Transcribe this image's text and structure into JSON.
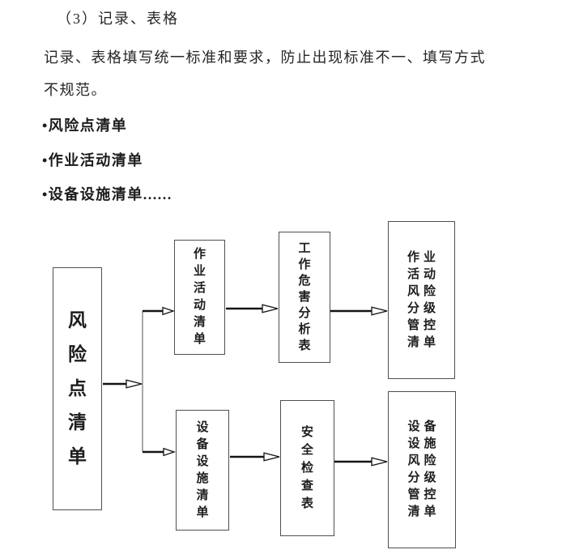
{
  "page": {
    "heading": "（3）记录、表格",
    "paragraph": "记录、表格填写统一标准和要求，防止出现标准不一、填写方式\n不规范。",
    "bullets": [
      "•风险点清单",
      "•作业活动清单",
      "•设备设施清单......"
    ]
  },
  "flowchart": {
    "nodes": {
      "risk_point_list": {
        "label": "风险点清单",
        "display": "风\n险\n点\n清\n单"
      },
      "activity_list": {
        "label": "作业活动清单",
        "display": "作\n业\n活\n动\n清\n单"
      },
      "jha_table": {
        "label": "工作危害分析表",
        "display": "工\n作\n危\n害\n分\n析\n表"
      },
      "activity_control_list": {
        "label": "作业活动风险分级管控清单",
        "display": "作业\n活动\n风险\n分级\n管控\n清单"
      },
      "equipment_list": {
        "label": "设备设施清单",
        "display": "设\n备\n设\n施\n清\n单"
      },
      "safety_checklist": {
        "label": "安全检查表",
        "display": "安\n全\n检\n查\n表"
      },
      "equipment_control_list": {
        "label": "设备设施风险分级管控清单",
        "display": "设备\n设施\n风险\n分级\n管控\n清单"
      }
    }
  },
  "colors": {
    "background": "#ffffff",
    "text": "#262626",
    "box_border": "#4f4f4f",
    "arrow": "#141414",
    "connector": "#6e6e6e"
  }
}
